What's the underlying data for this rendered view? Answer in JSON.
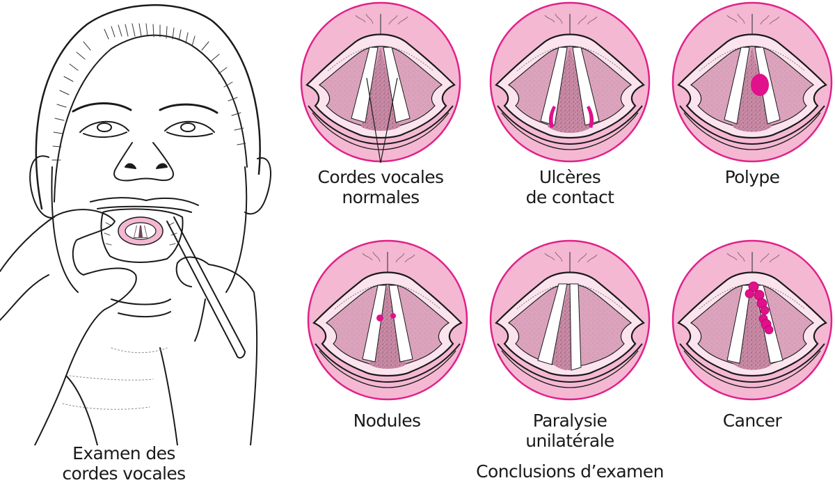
{
  "figure": {
    "main_illustration": {
      "caption_lines": [
        "Examen des",
        "cordes vocales"
      ]
    },
    "findings_title": "Conclusions d’examen",
    "findings": [
      {
        "id": "normal",
        "label_lines": [
          "Cordes vocales",
          "normales"
        ],
        "lesion": "none",
        "pointer_lines": true
      },
      {
        "id": "contact-ulcers",
        "label_lines": [
          "Ulcères",
          "de contact"
        ],
        "lesion": "contact-ulcers"
      },
      {
        "id": "polyp",
        "label_lines": [
          "Polype"
        ],
        "lesion": "polyp"
      },
      {
        "id": "nodules",
        "label_lines": [
          "Nodules"
        ],
        "lesion": "nodules"
      },
      {
        "id": "unilateral-paralysis",
        "label_lines": [
          "Paralysie",
          "unilatérale"
        ],
        "lesion": "paralysis"
      },
      {
        "id": "cancer",
        "label_lines": [
          "Cancer"
        ],
        "lesion": "cancer"
      }
    ],
    "colors": {
      "circle_fill": "#f4b8d2",
      "circle_border": "#e0218a",
      "fold_tissue": "#d99bb6",
      "airway": "#c98aa6",
      "cord_white": "#ffffff",
      "lesion_magenta": "#e0118a",
      "ink": "#1a1a1a"
    }
  }
}
